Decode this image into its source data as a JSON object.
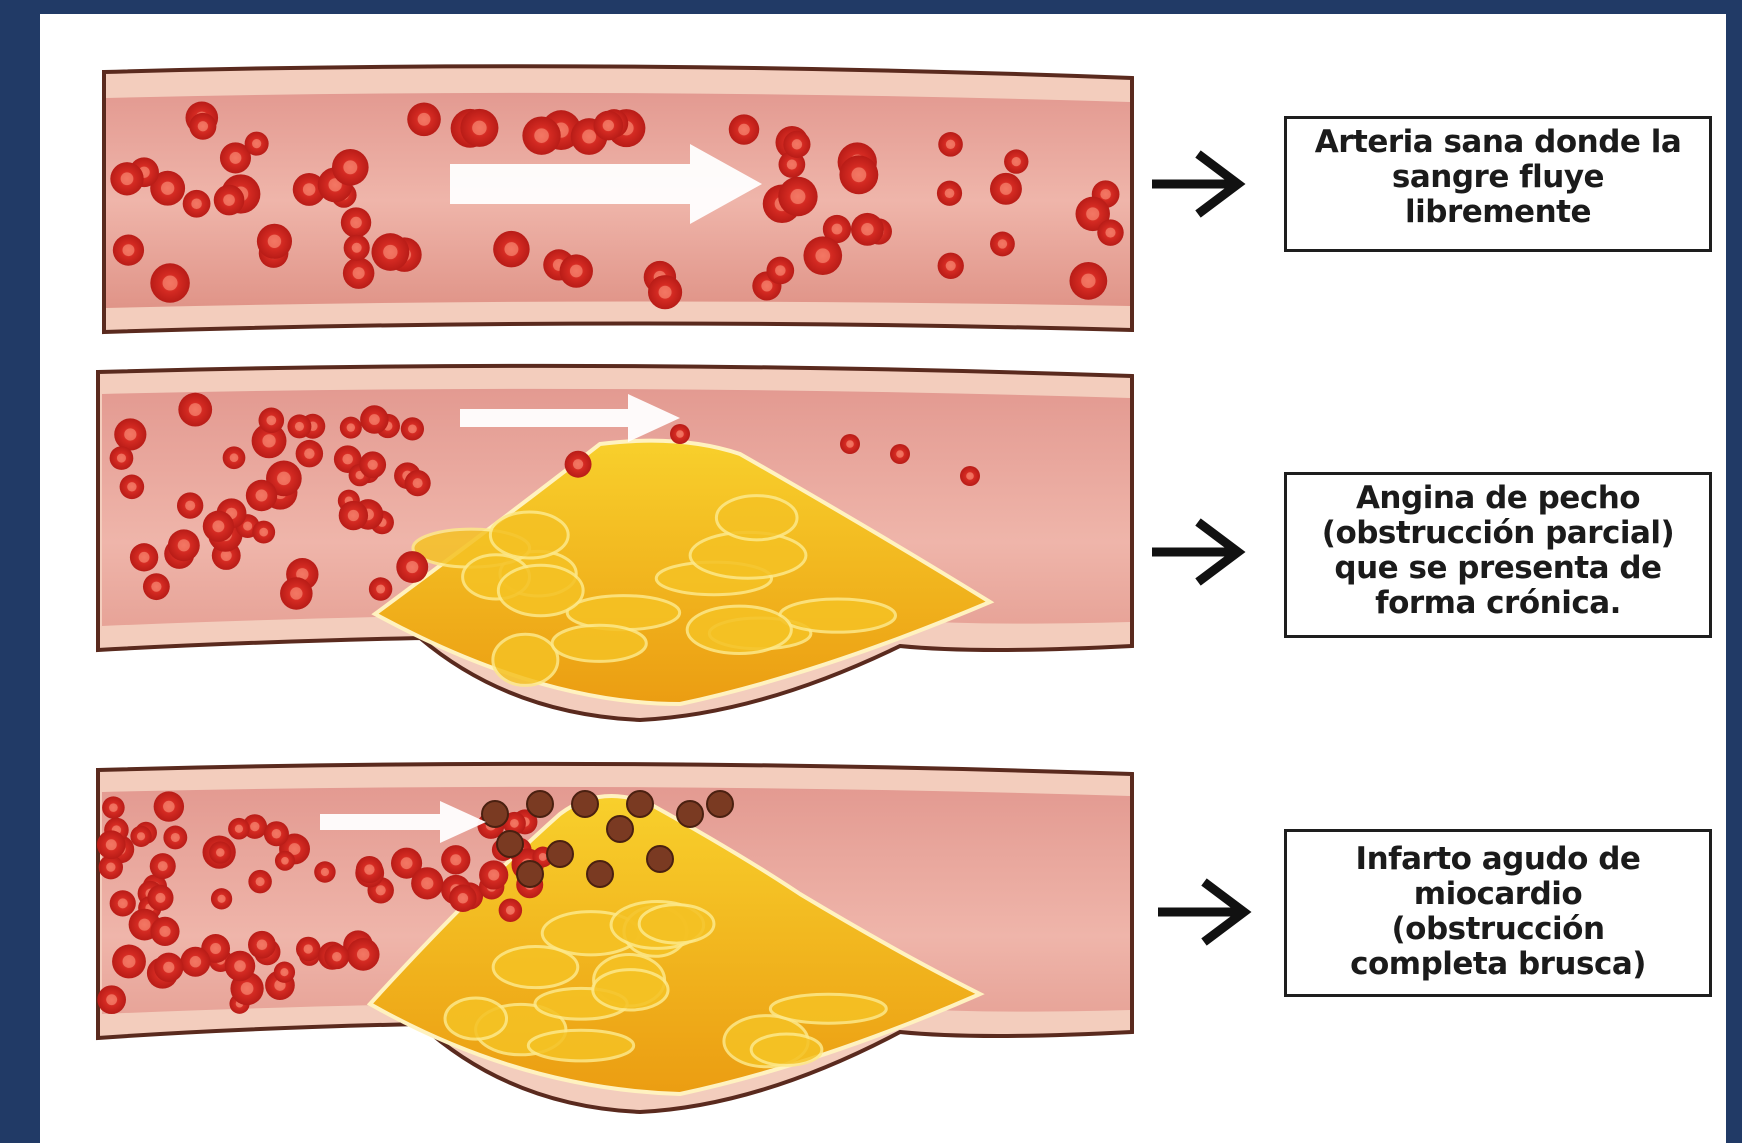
{
  "colors": {
    "background": "#213a66",
    "panel": "#ffffff",
    "vessel_wall_outer": "#f2c9b8",
    "vessel_lumen": "#e9a79c",
    "red_blood_cell": "#d8302a",
    "plaque": "#f2b418",
    "clot": "#7a3a22",
    "flow_arrow": "#ffffff",
    "pointer_arrow": "#111111"
  },
  "panels": [
    {
      "label": "Arteria sana donde la\nsangre fluye\nlibremente",
      "arrow_icon": "right-arrow-icon"
    },
    {
      "label": "Angina de pecho\n(obstrucción parcial)\nque se presenta de\nforma crónica.",
      "arrow_icon": "right-arrow-icon"
    },
    {
      "label": "Infarto agudo de\nmiocardio\n(obstrucción\ncompleta brusca)",
      "arrow_icon": "right-arrow-icon"
    }
  ]
}
